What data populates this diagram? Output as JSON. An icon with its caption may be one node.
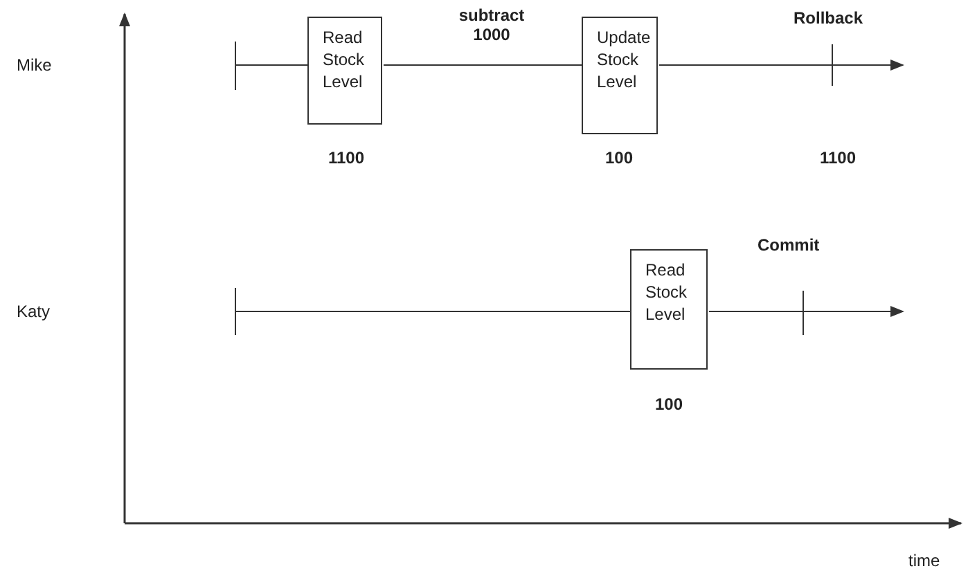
{
  "diagram": {
    "nodes": [
      {
        "text": [
          "Read Stock Level"
        ],
        "beside": [
          "1100"
        ]
      },
      {
        "text": [
          "Update Stock Level"
        ],
        "beside": [
          "100"
        ]
      },
      {
        "text": [
          "Read Stock Level"
        ],
        "beside": [
          "100"
        ]
      }
    ],
    "edges": [
      {
        "from": null,
        "to": 0,
        "arrow": "none"
      },
      {
        "from": 0,
        "to": 1,
        "label": "subtract 1000",
        "arrow": "none"
      },
      {
        "from": 1,
        "to": null,
        "arrow": "to"
      },
      {
        "from": null,
        "to": 2,
        "arrow": "none"
      },
      {
        "from": 2,
        "to": null,
        "arrow": "to"
      }
    ],
    "labels": [
      "Mike",
      "Rollback",
      "1100",
      "Katy",
      "Commit",
      "time"
    ]
  }
}
